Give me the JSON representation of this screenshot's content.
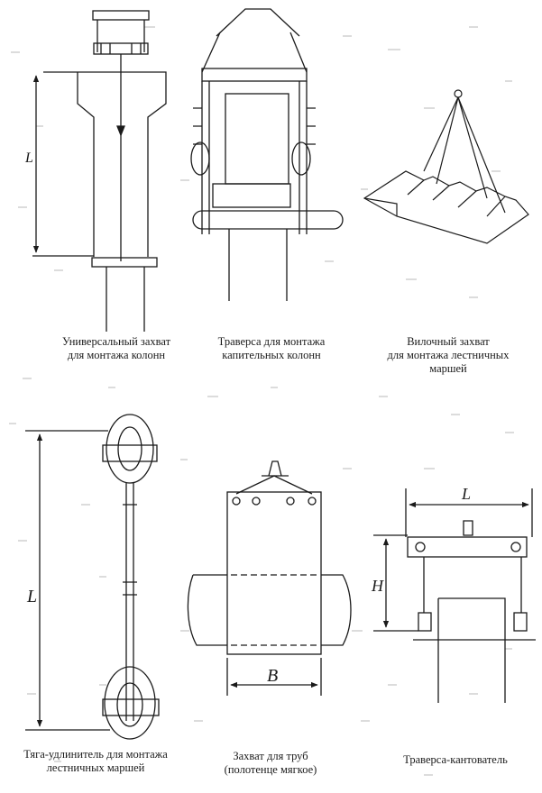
{
  "captions": {
    "column_grip": "Универсальный захват\nдля монтажа колонн",
    "capital_traverse": "Траверса для монтажа\nкапительных колонн",
    "fork_grip": "Вилочный захват\nдля монтажа лестничных\nмаршей",
    "extension_rod": "Тяга-удлинитель для монтажа\nлестничных маршей",
    "pipe_grip": "Захват для труб\n(полотенце мягкое)",
    "tilting_traverse": "Траверса-кантователь"
  },
  "dimensions": {
    "column_grip_length": "L",
    "extension_rod_length": "L",
    "pipe_grip_width": "B",
    "tilting_traverse_length": "L",
    "tilting_traverse_height": "H"
  }
}
